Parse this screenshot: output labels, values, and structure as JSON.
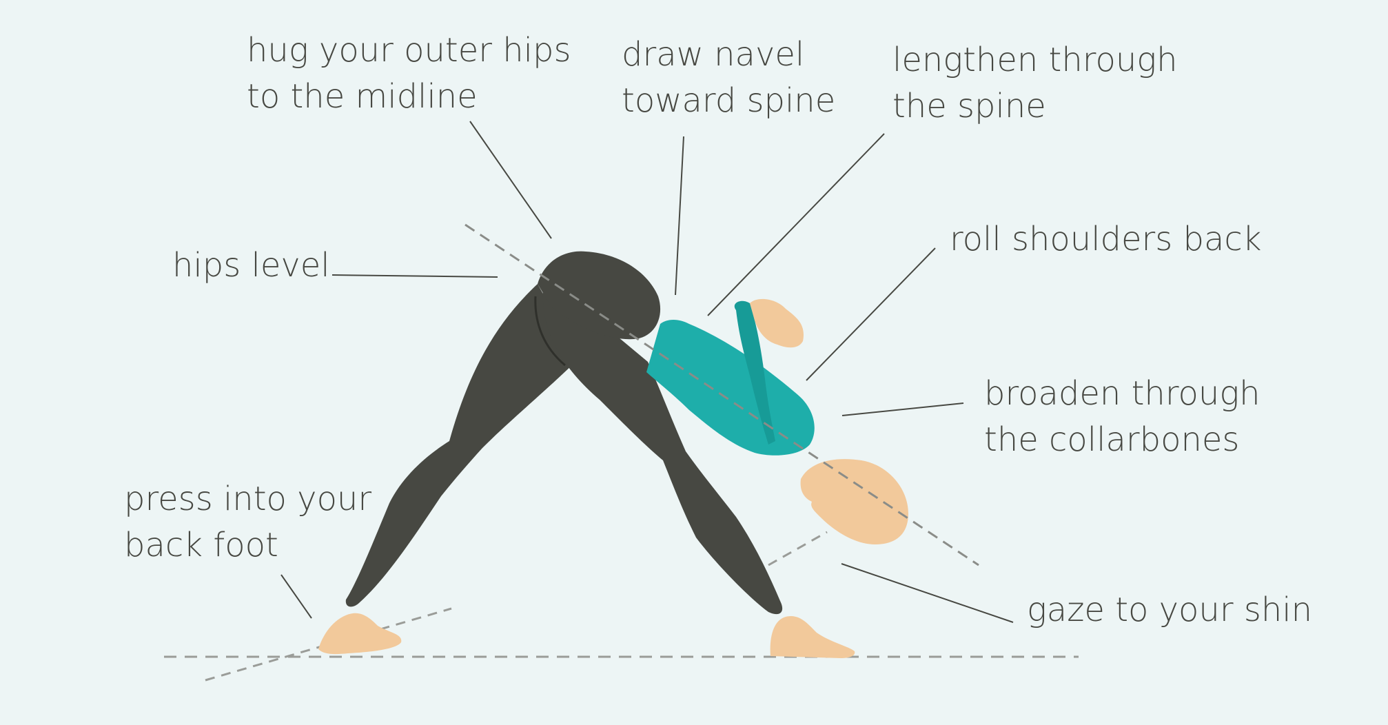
{
  "annotations": {
    "hug_hips": [
      "hug your outer hips",
      "to the midline"
    ],
    "draw_navel": [
      "draw navel",
      "toward spine"
    ],
    "lengthen_spine": [
      "lengthen through",
      "the spine"
    ],
    "roll_shoulders": [
      "roll shoulders back"
    ],
    "hips_level": [
      "hips level"
    ],
    "broaden_collarbones": [
      "broaden through",
      "the collarbones"
    ],
    "press_back_foot": [
      "press into your",
      "back foot"
    ],
    "gaze_shin": [
      "gaze to your shin"
    ]
  },
  "colors": {
    "background": "#edf5f5",
    "text": "#474842",
    "leggings": "#474842",
    "top": "#1eaeaa",
    "skin": "#f2c99b",
    "guide_line": "#9a9c98"
  }
}
